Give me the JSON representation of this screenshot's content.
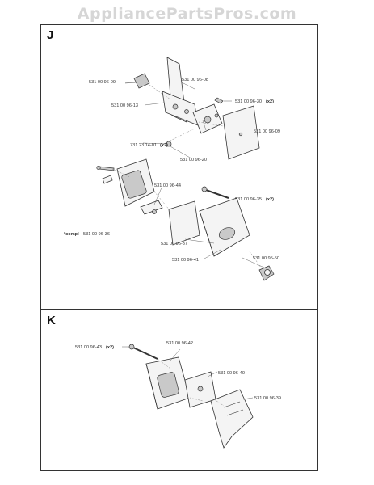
{
  "watermark": "AppliancePartsPros.com",
  "panels": {
    "j": {
      "letter": "J",
      "labels": {
        "p1": "531 00 96-09",
        "p2": "531 00 96-08",
        "p3": "531 00 96-13",
        "p4": "531 00 96-30",
        "p4_qty": "(x2)",
        "p5": "531 00 96-09",
        "p6": "731 23 14-01",
        "p6_qty": "(x2)",
        "p7": "531 00 96-20",
        "p8": "531 00 96-44",
        "p9": "531 00 96-35",
        "p9_qty": "(x2)",
        "compl_prefix": "*compl",
        "p10": "531 00 96-36",
        "p11": "531 00 96-37",
        "p12": "531 00 96-41",
        "p13": "531 00 95-50"
      }
    },
    "k": {
      "letter": "K",
      "labels": {
        "p1": "531 00 96-43",
        "p1_qty": "(x2)",
        "p2": "531 00 96-42",
        "p3": "531 00 96-40",
        "p4": "531 00 96-39"
      }
    }
  }
}
